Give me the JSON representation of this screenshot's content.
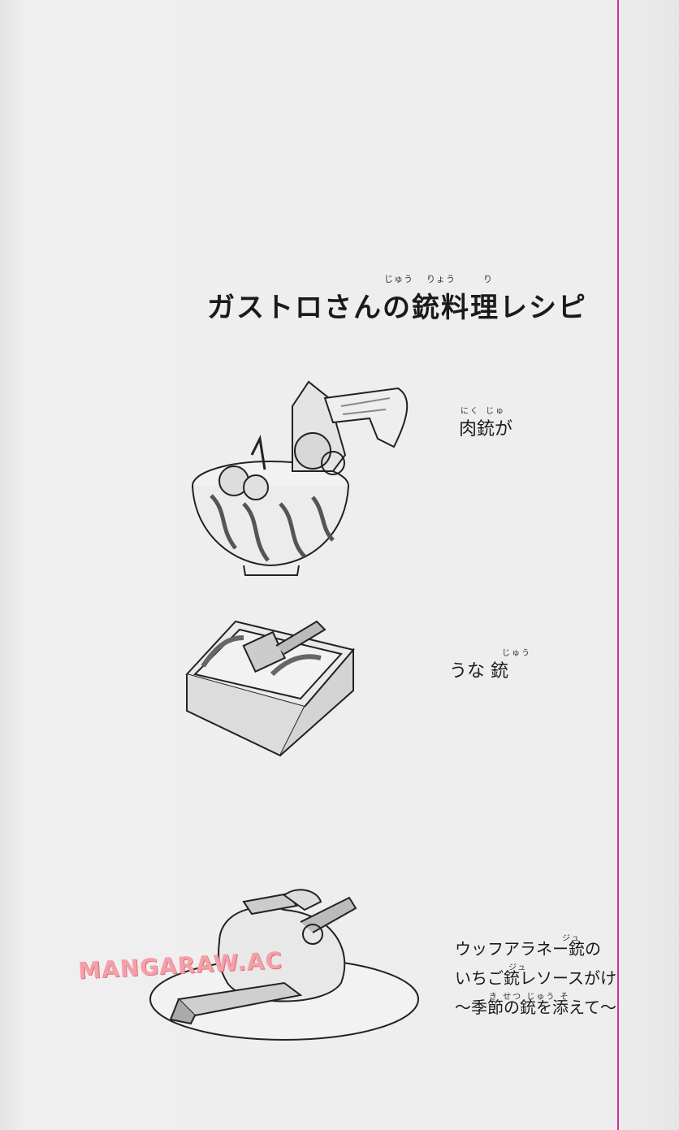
{
  "title": {
    "furigana": [
      "じゅう",
      "りょう",
      "り"
    ],
    "text": "ガストロさんの銃料理レシピ"
  },
  "dishes": [
    {
      "furigana": [
        "にく",
        "じゅ"
      ],
      "label": "肉銃が"
    },
    {
      "furigana": [
        "じゅう"
      ],
      "label": "うな 銃"
    },
    {
      "lines": [
        {
          "furigana": "ジュ",
          "text": "ウッフアラネー銃の"
        },
        {
          "furigana": "ジュ",
          "text": "いちご銃レソースがけ"
        },
        {
          "furigana": "き せつ   じゅう  そ",
          "text": "〜季節の銃を添えて〜"
        }
      ]
    }
  ],
  "watermark": "MANGARAW.AC",
  "colors": {
    "margin_line": "#d0319a",
    "watermark": "#f3a0a8"
  },
  "icons": [
    "gun-in-bowl-illustration",
    "gun-on-box-illustration",
    "guns-on-plate-illustration"
  ]
}
